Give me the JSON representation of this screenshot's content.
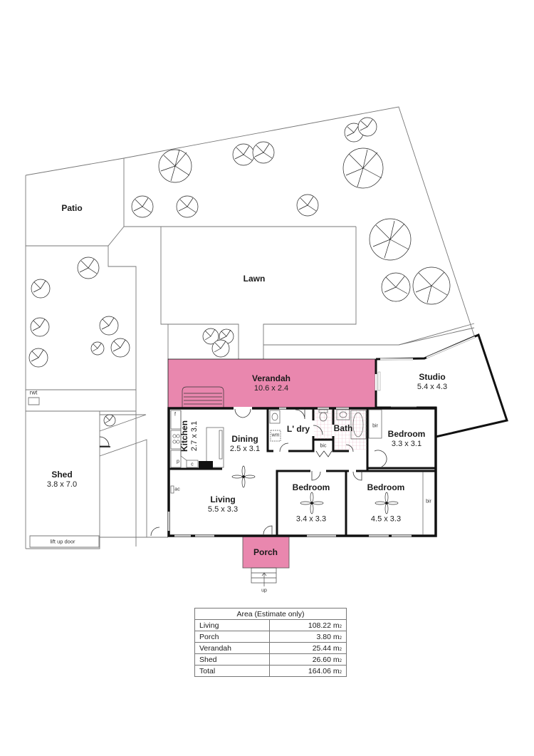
{
  "colors": {
    "highlight_pink": "#E987AE",
    "wall": "#111111",
    "line": "#777777",
    "wet_area_grid": "#E8B4C4"
  },
  "outdoor_areas": {
    "patio": "Patio",
    "lawn": "Lawn",
    "rwt": "rwt",
    "lift_up_door": "lift up door"
  },
  "rooms": {
    "verandah": {
      "name": "Verandah",
      "dims": "10.6 x 2.4"
    },
    "studio": {
      "name": "Studio",
      "dims": "5.4 x 4.3"
    },
    "kitchen": {
      "name": "Kitchen",
      "dims": "2.7 x 3.1"
    },
    "dining": {
      "name": "Dining",
      "dims": "2.5 x 3.1"
    },
    "laundry": {
      "name": "L' dry"
    },
    "bath": {
      "name": "Bath"
    },
    "bedroom1": {
      "name": "Bedroom",
      "dims": "3.3 x 3.1"
    },
    "living": {
      "name": "Living",
      "dims": "5.5 x 3.3"
    },
    "bedroom2": {
      "name": "Bedroom",
      "dims": "3.4 x 3.3"
    },
    "bedroom3": {
      "name": "Bedroom",
      "dims": "4.5 x 3.3"
    },
    "porch": {
      "name": "Porch"
    },
    "shed": {
      "name": "Shed",
      "dims": "3.8 x 7.0"
    }
  },
  "fixtures": {
    "fridge": "f",
    "pantry": "p",
    "cupboard": "c",
    "air_con": "ac",
    "washing_machine": "wm",
    "bic": "bic",
    "bir_bedroom1": "bir",
    "bir_bedroom3": "bir",
    "stairs_up": "up"
  },
  "area_table": {
    "title": "Area (Estimate only)",
    "unit": "m",
    "unit_sub": "2",
    "rows": [
      {
        "label": "Living",
        "value": "108.22"
      },
      {
        "label": "Porch",
        "value": "3.80"
      },
      {
        "label": "Verandah",
        "value": "25.44"
      },
      {
        "label": "Shed",
        "value": "26.60"
      },
      {
        "label": "Total",
        "value": "164.06"
      }
    ]
  }
}
